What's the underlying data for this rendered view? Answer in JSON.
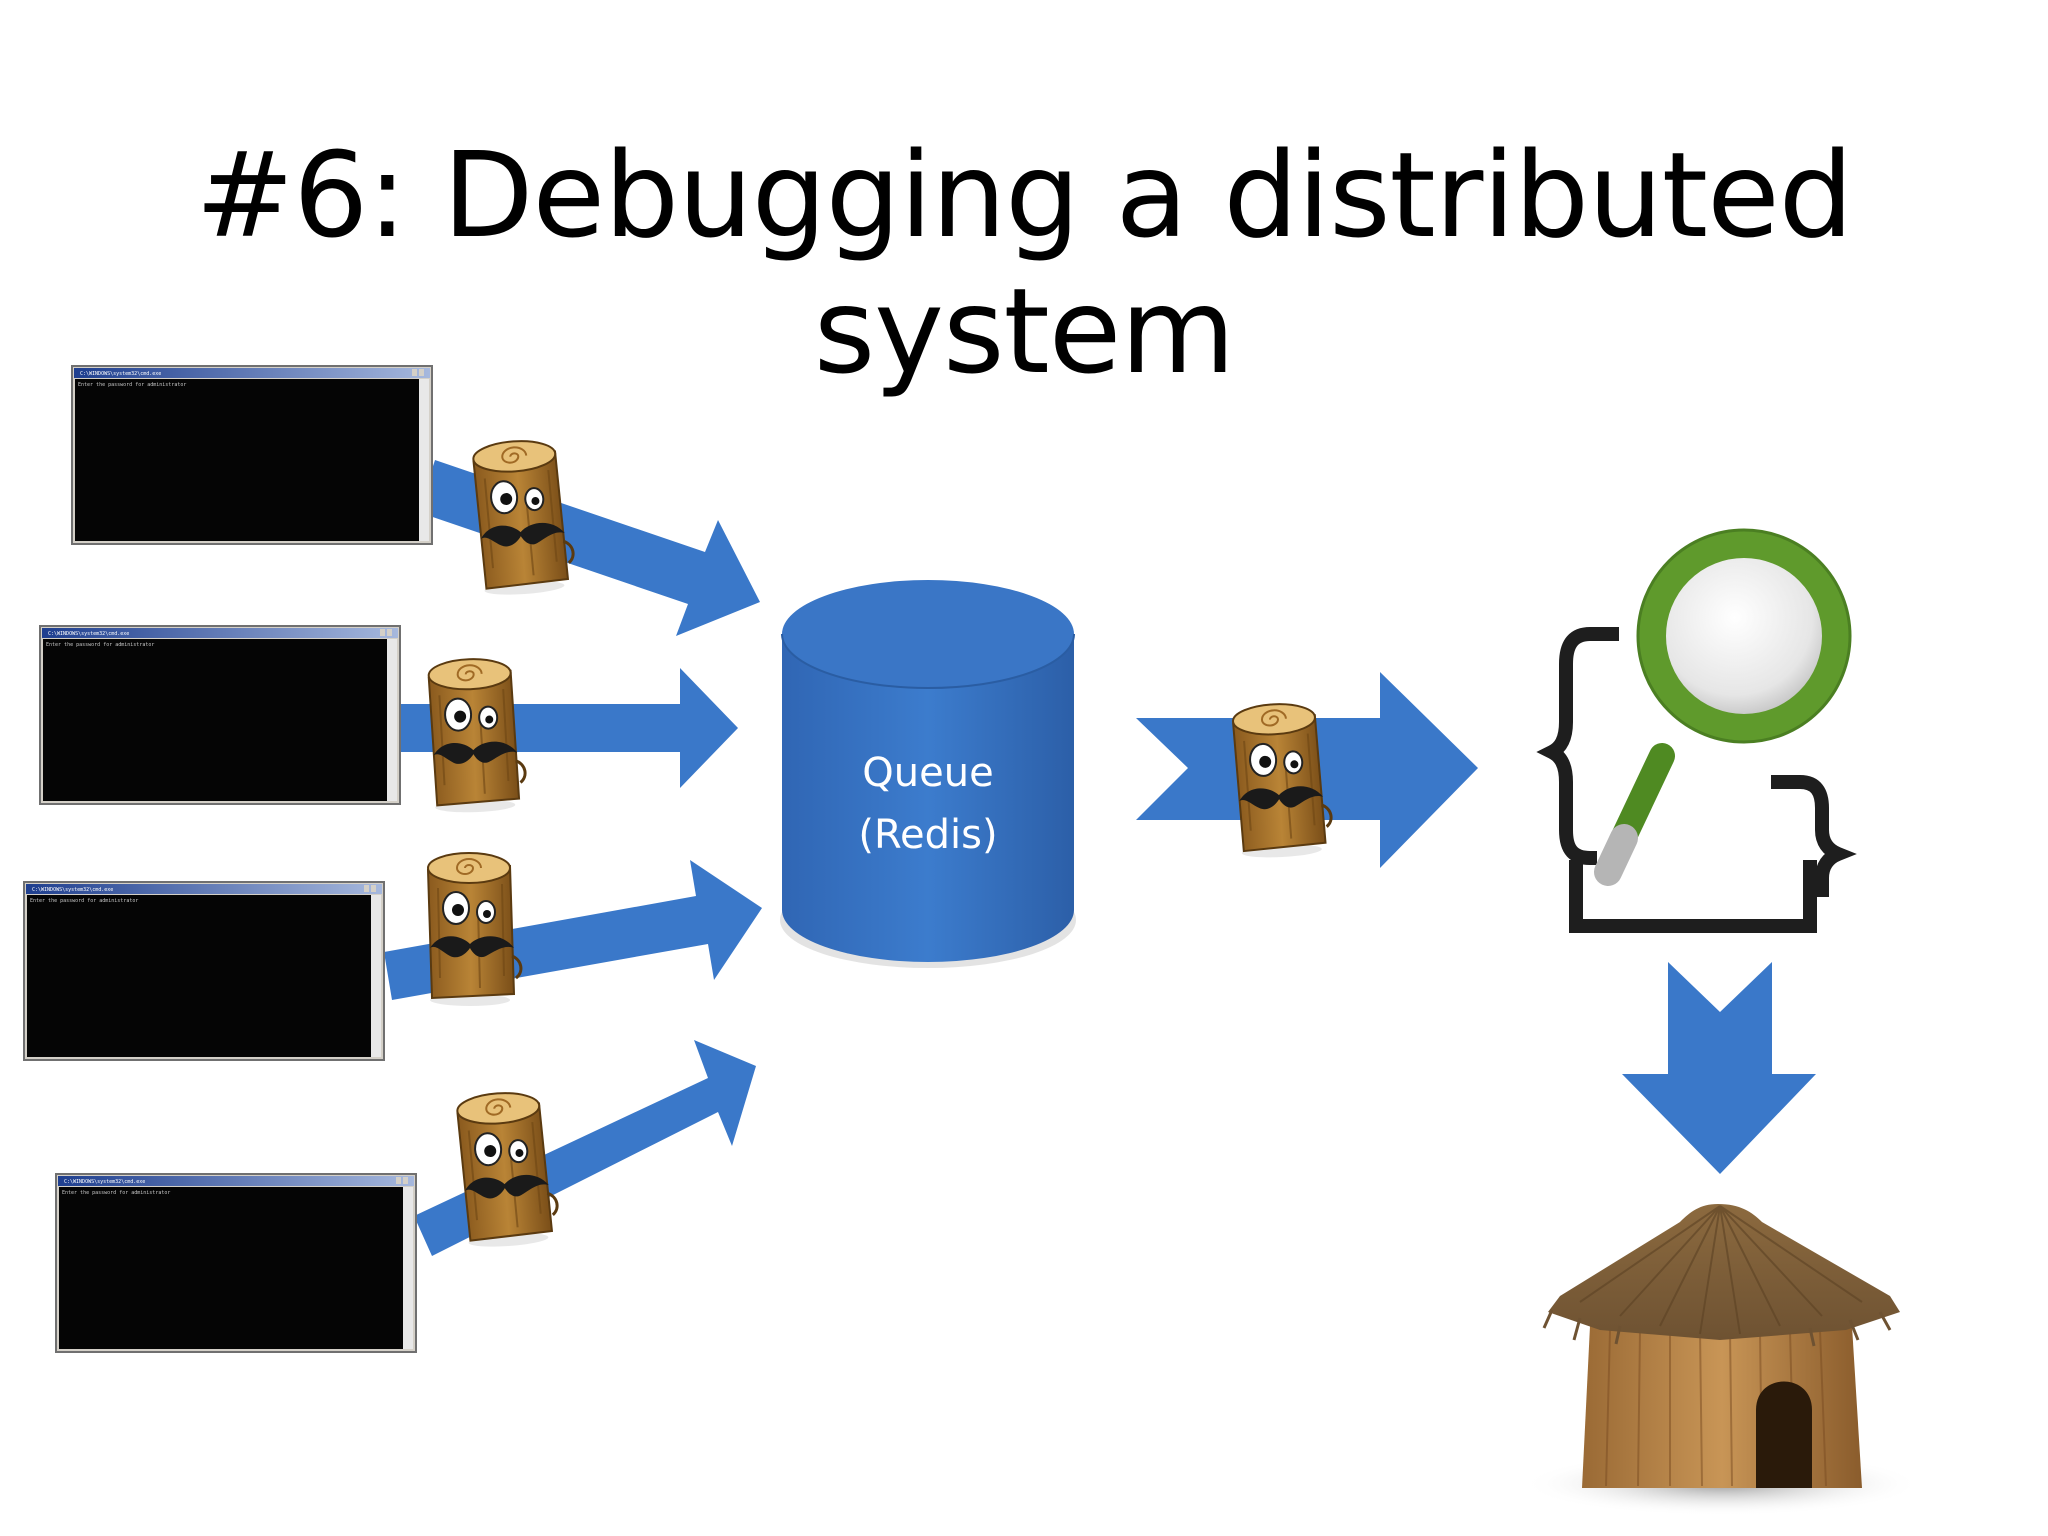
{
  "slide": {
    "title": "#6: Debugging a distributed system"
  },
  "queue": {
    "line1": "Queue",
    "line2": "(Redis)"
  },
  "terminals": [
    {
      "name": "terminal-1",
      "title_text": "C:\\WINDOWS\\system32\\cmd.exe",
      "body_text": "Enter the password for administrator"
    },
    {
      "name": "terminal-2",
      "title_text": "C:\\WINDOWS\\system32\\cmd.exe",
      "body_text": "Enter the password for administrator"
    },
    {
      "name": "terminal-3",
      "title_text": "C:\\WINDOWS\\system32\\cmd.exe",
      "body_text": "Enter the password for administrator"
    },
    {
      "name": "terminal-4",
      "title_text": "C:\\WINDOWS\\system32\\cmd.exe",
      "body_text": "Enter the password for administrator"
    }
  ],
  "icons": {
    "log_mascot": "logstash-log-mascot-icon",
    "search": "elasticsearch-magnifier-icon",
    "hut": "kibana-hut-icon"
  },
  "colors": {
    "arrow_blue": "#3a78c9",
    "terminal_black": "#050505",
    "magnifier_green": "#5f9a2c",
    "braces_dark": "#2a2a2a",
    "wood_brown": "#b07a30"
  }
}
